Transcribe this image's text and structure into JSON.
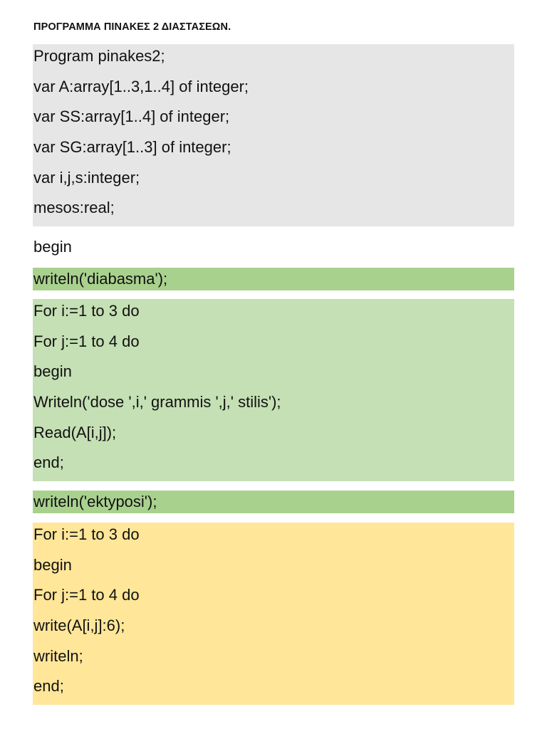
{
  "title": "ΠΡΟΓΡΑΜΜΑ ΠΙΝΑΚΕΣ 2 ΔΙΑΣΤΑΣΕΩΝ.",
  "declarations": [
    "Program pinakes2;",
    "var A:array[1..3,1..4] of integer;",
    "var SS:array[1..4] of integer;",
    "var SG:array[1..3] of integer;",
    "var i,j,s:integer;",
    "mesos:real;"
  ],
  "begin_line": "begin",
  "read_header": "writeln('diabasma');",
  "read_loop": [
    "For i:=1 to 3 do",
    "For j:=1 to 4 do",
    "begin",
    "Writeln('dose ',i,' grammis ',j,' stilis');",
    "Read(A[i,j]);",
    "end;"
  ],
  "print_header": "writeln('ektyposi');",
  "print_loop": [
    "For i:=1 to 3 do",
    "begin",
    "For j:=1 to 4 do",
    "write(A[i,j]:6);",
    "writeln;",
    "end;"
  ],
  "colors": {
    "gray": "#e7e6e6",
    "dark_green": "#a9d18e",
    "light_green": "#c5e0b4",
    "yellow": "#ffe699"
  }
}
